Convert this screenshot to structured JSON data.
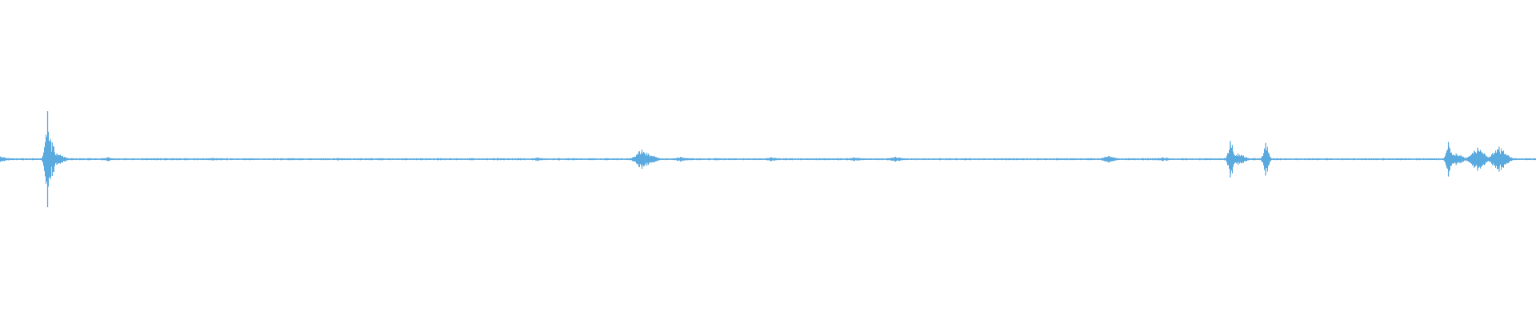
{
  "waveform": {
    "color": "#5aaae0",
    "baseline_color": "#5aaae0",
    "duration_fraction": 1.0,
    "peaks": [
      {
        "t": 0.0,
        "amp": 0.06
      },
      {
        "t": 0.031,
        "amp": 1.0
      },
      {
        "t": 0.034,
        "amp": 0.35
      },
      {
        "t": 0.037,
        "amp": 0.12
      },
      {
        "t": 0.07,
        "amp": 0.04
      },
      {
        "t": 0.139,
        "amp": 0.03
      },
      {
        "t": 0.22,
        "amp": 0.03
      },
      {
        "t": 0.35,
        "amp": 0.04
      },
      {
        "t": 0.418,
        "amp": 0.2
      },
      {
        "t": 0.422,
        "amp": 0.12
      },
      {
        "t": 0.443,
        "amp": 0.05
      },
      {
        "t": 0.502,
        "amp": 0.04
      },
      {
        "t": 0.556,
        "amp": 0.04
      },
      {
        "t": 0.583,
        "amp": 0.05
      },
      {
        "t": 0.722,
        "amp": 0.07
      },
      {
        "t": 0.757,
        "amp": 0.04
      },
      {
        "t": 0.801,
        "amp": 0.38
      },
      {
        "t": 0.806,
        "amp": 0.12
      },
      {
        "t": 0.824,
        "amp": 0.34
      },
      {
        "t": 0.943,
        "amp": 0.36
      },
      {
        "t": 0.948,
        "amp": 0.12
      },
      {
        "t": 0.962,
        "amp": 0.24
      },
      {
        "t": 0.976,
        "amp": 0.26
      }
    ]
  }
}
